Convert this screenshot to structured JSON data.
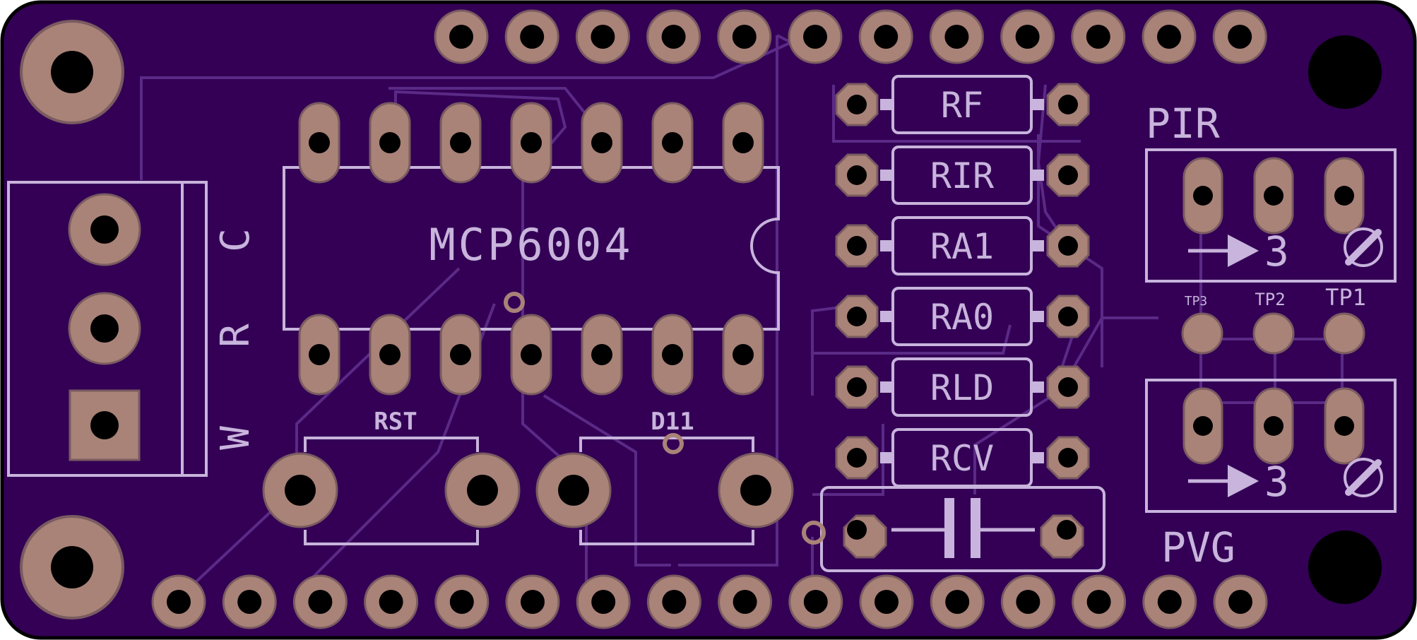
{
  "colors": {
    "board": "#330055",
    "outline": "#000000",
    "silk": "#c8b4dc",
    "trace": "#5a2a86",
    "copper": "#a98278",
    "copper_edge": "#7a5b60",
    "drill": "#000000"
  },
  "ic": {
    "label": "MCP6004"
  },
  "terminal": {
    "labels": [
      "C",
      "R",
      "W"
    ]
  },
  "buttons": {
    "reset_label": "RST",
    "d11_label": "D11"
  },
  "resistors": [
    {
      "label": "RF"
    },
    {
      "label": "RIR"
    },
    {
      "label": "RA1"
    },
    {
      "label": "RA0"
    },
    {
      "label": "RLD"
    },
    {
      "label": "RCV"
    }
  ],
  "pots": {
    "top": {
      "label": "PIR",
      "marker": "3"
    },
    "bottom": {
      "label": "PVG",
      "marker": "3"
    }
  },
  "test_points": [
    "TP3",
    "TP2",
    "TP1"
  ]
}
